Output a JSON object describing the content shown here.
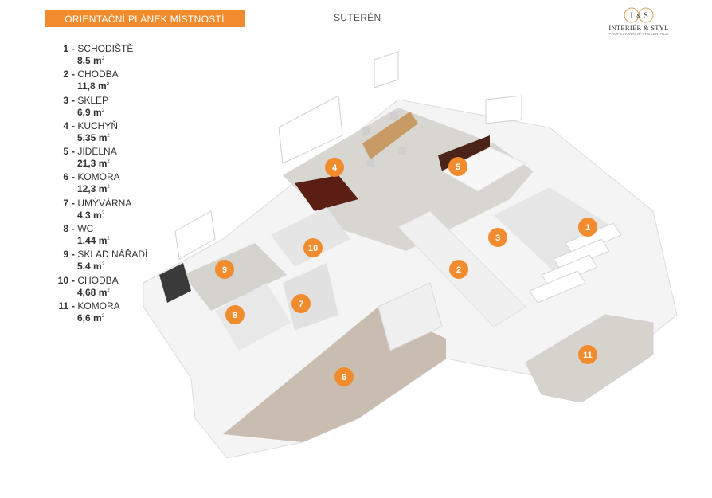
{
  "header": {
    "title": "ORIENTAČNÍ PLÁNEK MÍSTNOSTÍ",
    "floor": "SUTERÉN"
  },
  "logo": {
    "initials": "I&S",
    "name": "INTERIÉR & STYL",
    "tagline": "PROFESIONÁLNÍ PREZENTACE"
  },
  "rooms": [
    {
      "num": "1",
      "name": "SCHODIŠTĚ",
      "area": "8,5 m"
    },
    {
      "num": "2",
      "name": "CHODBA",
      "area": "11,8 m"
    },
    {
      "num": "3",
      "name": "SKLEP",
      "area": "6,9 m"
    },
    {
      "num": "4",
      "name": "KUCHYŇ",
      "area": "5,35 m"
    },
    {
      "num": "5",
      "name": "JÍDELNA",
      "area": "21,3 m"
    },
    {
      "num": "6",
      "name": "KOMORA",
      "area": "12,3 m"
    },
    {
      "num": "7",
      "name": "UMÝVÁRNA",
      "area": "4,3 m"
    },
    {
      "num": "8",
      "name": "WC",
      "area": "1,44 m"
    },
    {
      "num": "9",
      "name": "SKLAD NÁŘADÍ",
      "area": "5,4 m"
    },
    {
      "num": "10",
      "name": "CHODBA",
      "area": "4,68 m"
    },
    {
      "num": "11",
      "name": "KOMORA",
      "area": "6,6 m"
    }
  ],
  "area_unit_exponent": "2",
  "legend_separator": "-",
  "colors": {
    "accent": "#f08c2e",
    "wall": "#f2f2f2",
    "floor_tile": "#d9d7d2",
    "floor_warm": "#c8bdb0",
    "counter_wood": "#5a1e14",
    "table_wood": "#c79a66"
  }
}
